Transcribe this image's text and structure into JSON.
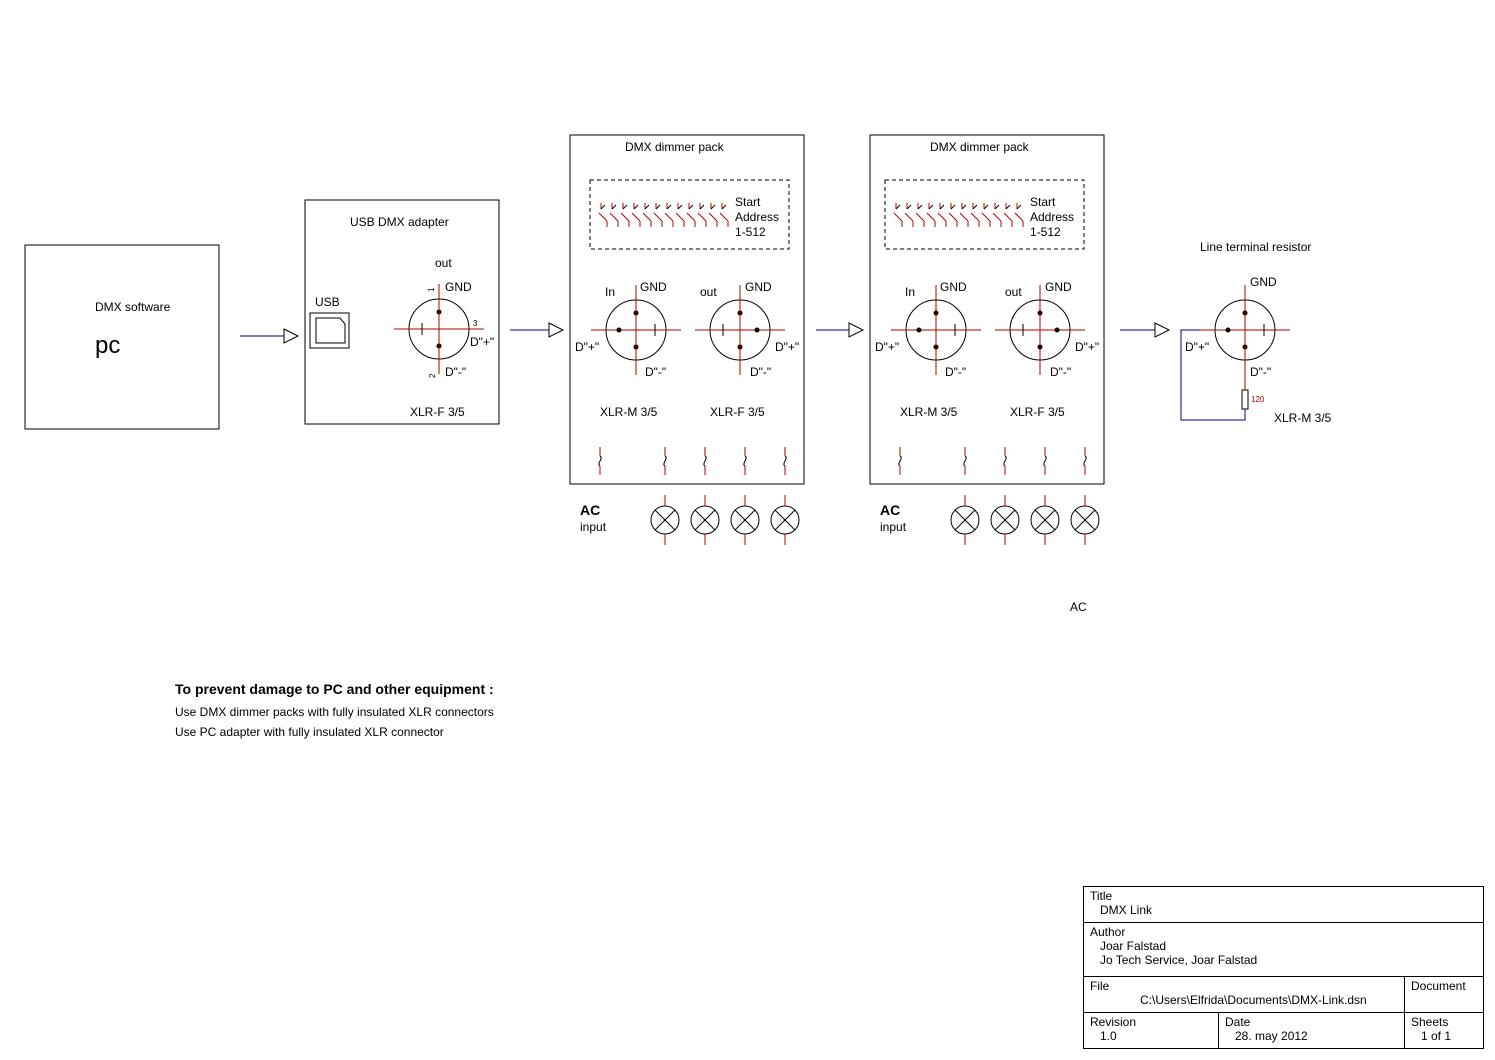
{
  "pc": {
    "label": "DMX software",
    "name": "pc"
  },
  "adapter": {
    "title": "USB DMX adapter",
    "usb": "USB",
    "port": "out",
    "gnd": "GND",
    "dplus": "D\"+\"",
    "dminus": "D\"-\"",
    "connector": "XLR-F 3/5",
    "pin1": "1",
    "pin2": "2",
    "pin3": "3"
  },
  "packs": [
    {
      "title": "DMX dimmer pack",
      "start1": "Start",
      "start2": "Address",
      "start3": "1-512",
      "in": "In",
      "out": "out",
      "gnd": "GND",
      "dplus": "D\"+\"",
      "dminus": "D\"-\"",
      "xlr_m": "XLR-M 3/5",
      "xlr_f": "XLR-F 3/5",
      "ac": "AC",
      "ac_input": "input"
    },
    {
      "title": "DMX dimmer pack",
      "start1": "Start",
      "start2": "Address",
      "start3": "1-512",
      "in": "In",
      "out": "out",
      "gnd": "GND",
      "dplus": "D\"+\"",
      "dminus": "D\"-\"",
      "xlr_m": "XLR-M 3/5",
      "xlr_f": "XLR-F 3/5",
      "ac": "AC",
      "ac_input": "input"
    }
  ],
  "terminator": {
    "title": "Line terminal resistor",
    "gnd": "GND",
    "dplus": "D\"+\"",
    "dminus": "D\"-\"",
    "resistor": "120",
    "connector": "XLR-M 3/5"
  },
  "ac_label": "AC",
  "notes": {
    "heading": "To prevent damage to PC and other equipment :",
    "line1": "Use DMX dimmer packs with fully insulated XLR connectors",
    "line2": "Use PC adapter with fully insulated XLR connector"
  },
  "title_block": {
    "title_label": "Title",
    "title_value": "DMX Link",
    "author_label": "Author",
    "author_value": "Joar Falstad",
    "company": "Jo Tech Service, Joar Falstad",
    "file_label": "File",
    "file_value": "C:\\Users\\Elfrida\\Documents\\DMX-Link.dsn",
    "document_label": "Document",
    "revision_label": "Revision",
    "revision_value": "1.0",
    "date_label": "Date",
    "date_value": "28. may 2012",
    "sheets_label": "Sheets",
    "sheets_value": "1 of 1"
  }
}
